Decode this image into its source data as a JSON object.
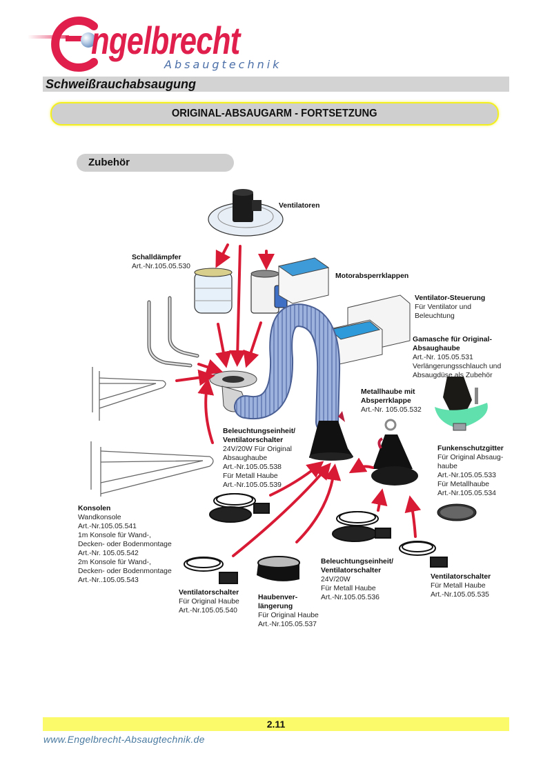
{
  "brand": {
    "name": "Engelbrecht",
    "name_rest": "ngelbrecht",
    "tagline": "Absaugtechnik",
    "color_primary": "#e01f4d",
    "color_secondary": "#4b6fa8"
  },
  "section": "Schweißrauchabsaugung",
  "title": "ORIGINAL-ABSAUGARM - FORTSETZUNG",
  "subtitle": "Zubehör",
  "items": {
    "ventilatoren": {
      "title": "Ventilatoren",
      "lines": []
    },
    "schalldaempfer": {
      "title": "Schalldämpfer",
      "lines": [
        "Art.-Nr.105.05.530"
      ]
    },
    "motorabsperrklappen": {
      "title": "Motorabsperrklappen",
      "lines": []
    },
    "ventilator_steuerung": {
      "title": "Ventilator-Steuerung",
      "lines": [
        "Für Ventilator und",
        "Beleuchtung"
      ]
    },
    "gamasche": {
      "title": [
        "Gamasche für Original-",
        "Absaughaube"
      ],
      "lines": [
        "Art.-Nr. 105.05.531",
        "Verlängerungsschlauch und",
        "Absaugdüse als Zubehör"
      ]
    },
    "metallhaube": {
      "title": [
        "Metallhaube mit",
        "Absperrklappe"
      ],
      "lines": [
        "Art.-Nr. 105.05.532"
      ]
    },
    "beleuchtung_original": {
      "title": [
        "Beleuchtungseinheit/",
        "Ventilatorschalter"
      ],
      "lines": [
        "24V/20W Für Original",
        "Absaughaube",
        "Art.-Nr.105.05.538",
        "Für Metall Haube",
        "Art.-Nr.105.05.539"
      ]
    },
    "funkenschutzgitter": {
      "title": "Funkenschutzgitter",
      "lines": [
        "Für Original Absaug-",
        "haube",
        "Art.-Nr.105.05.533",
        "Für Metallhaube",
        "Art.-Nr.105.05.534"
      ]
    },
    "konsolen": {
      "title": "Konsolen",
      "lines": [
        "Wandkonsole",
        "Art.-Nr.105.05.541",
        "1m Konsole für Wand-,",
        "Decken- oder Bodenmontage",
        "Art.-Nr. 105.05.542",
        "2m Konsole für Wand-,",
        "Decken- oder Bodenmontage",
        "Art.-Nr..105.05.543"
      ]
    },
    "ventilatorschalter_original": {
      "title": "Ventilatorschalter",
      "lines": [
        "Für Original Haube",
        "Art.-Nr.105.05.540"
      ]
    },
    "haubenverlaengerung": {
      "title": [
        "Haubenver-",
        "längerung"
      ],
      "lines": [
        "Für Original Haube",
        "Art.-Nr.105.05.537"
      ]
    },
    "beleuchtung_metall": {
      "title": [
        "Beleuchtungseinheit/",
        "Ventilatorschalter"
      ],
      "lines": [
        "24V/20W",
        "Für Metall Haube",
        "Art.-Nr.105.05.536"
      ]
    },
    "ventilatorschalter_metall": {
      "title": "Ventilatorschalter",
      "lines": [
        "Für Metall Haube",
        "Art.-Nr.105.05.535"
      ]
    }
  },
  "colors": {
    "arrow": "#d91a35",
    "hose": "#8fa6d6",
    "header_fill": "#cfcfcf",
    "header_border": "#f4f01e",
    "footer_fill": "#fafa6a",
    "url": "#4a7aa0"
  },
  "footer": {
    "page_number": "2.11",
    "url": "www.Engelbrecht-Absaugtechnik.de"
  }
}
